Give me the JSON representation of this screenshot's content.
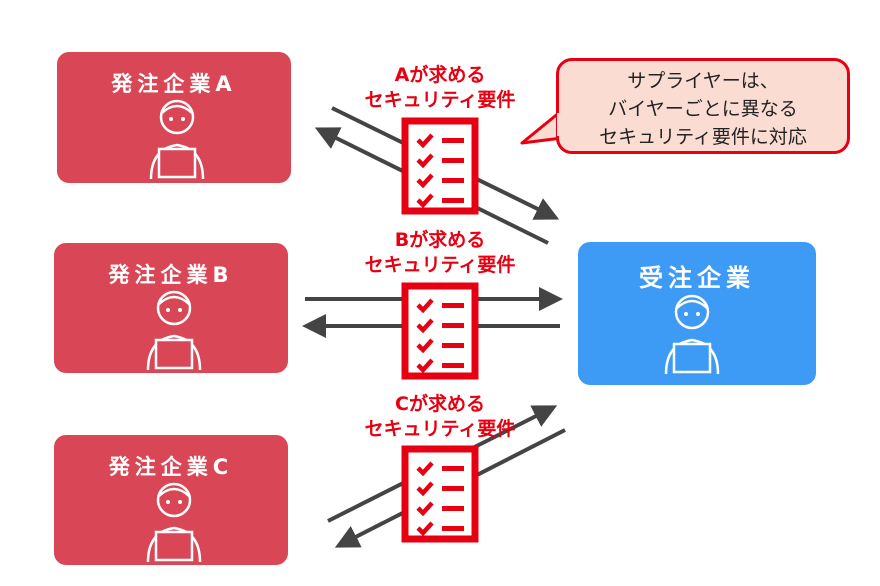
{
  "buyers": [
    {
      "name": "発注企業A",
      "requirement_line1": "Aが求める",
      "requirement_line2": "セキュリティ要件"
    },
    {
      "name": "発注企業B",
      "requirement_line1": "Bが求める",
      "requirement_line2": "セキュリティ要件"
    },
    {
      "name": "発注企業C",
      "requirement_line1": "Cが求める",
      "requirement_line2": "セキュリティ要件"
    }
  ],
  "supplier": {
    "name": "受注企業"
  },
  "callout": {
    "line1": "サプライヤーは、",
    "line2": "バイヤーごとに異なる",
    "line3": "セキュリティ要件に対応"
  },
  "colors": {
    "buyer": "#d94757",
    "supplier": "#3d9af5",
    "accent": "#e60012",
    "arrow": "#444444",
    "callout_bg": "#fbdcd3"
  },
  "icons": {
    "person": "person-laptop-icon",
    "checklist": "checklist-icon"
  }
}
